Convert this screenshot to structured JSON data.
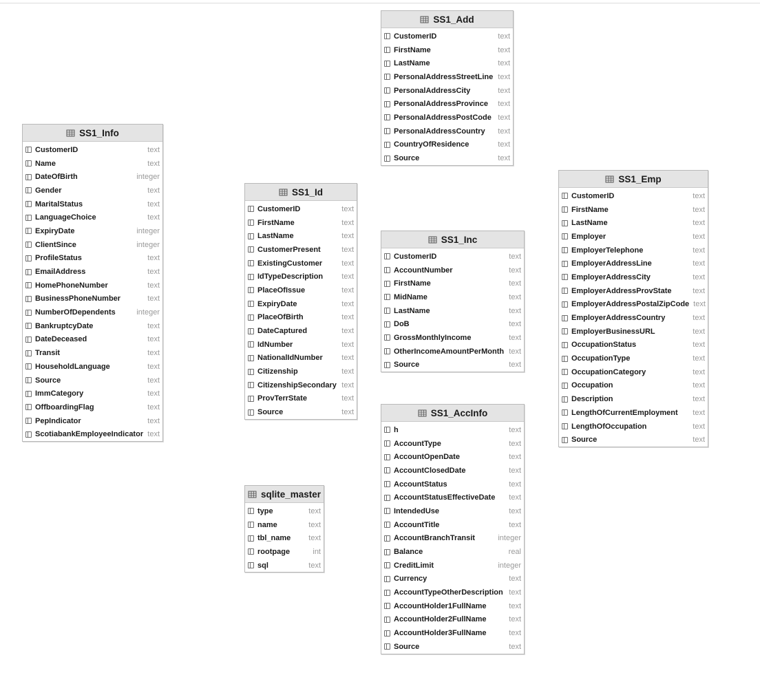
{
  "tables": [
    {
      "id": "ss1_add",
      "name": "SS1_Add",
      "columns": [
        {
          "name": "CustomerID",
          "type": "text"
        },
        {
          "name": "FirstName",
          "type": "text"
        },
        {
          "name": "LastName",
          "type": "text"
        },
        {
          "name": "PersonalAddressStreetLine",
          "type": "text"
        },
        {
          "name": "PersonalAddressCity",
          "type": "text"
        },
        {
          "name": "PersonalAddressProvince",
          "type": "text"
        },
        {
          "name": "PersonalAddressPostCode",
          "type": "text"
        },
        {
          "name": "PersonalAddressCountry",
          "type": "text"
        },
        {
          "name": "CountryOfResidence",
          "type": "text"
        },
        {
          "name": "Source",
          "type": "text"
        }
      ]
    },
    {
      "id": "ss1_info",
      "name": "SS1_Info",
      "columns": [
        {
          "name": "CustomerID",
          "type": "text"
        },
        {
          "name": "Name",
          "type": "text"
        },
        {
          "name": "DateOfBirth",
          "type": "integer"
        },
        {
          "name": "Gender",
          "type": "text"
        },
        {
          "name": "MaritalStatus",
          "type": "text"
        },
        {
          "name": "LanguageChoice",
          "type": "text"
        },
        {
          "name": "ExpiryDate",
          "type": "integer"
        },
        {
          "name": "ClientSince",
          "type": "integer"
        },
        {
          "name": "ProfileStatus",
          "type": "text"
        },
        {
          "name": "EmailAddress",
          "type": "text"
        },
        {
          "name": "HomePhoneNumber",
          "type": "text"
        },
        {
          "name": "BusinessPhoneNumber",
          "type": "text"
        },
        {
          "name": "NumberOfDependents",
          "type": "integer"
        },
        {
          "name": "BankruptcyDate",
          "type": "text"
        },
        {
          "name": "DateDeceased",
          "type": "text"
        },
        {
          "name": "Transit",
          "type": "text"
        },
        {
          "name": "HouseholdLanguage",
          "type": "text"
        },
        {
          "name": "Source",
          "type": "text"
        },
        {
          "name": "ImmCategory",
          "type": "text"
        },
        {
          "name": "OffboardingFlag",
          "type": "text"
        },
        {
          "name": "PepIndicator",
          "type": "text"
        },
        {
          "name": "ScotiabankEmployeeIndicator",
          "type": "text"
        }
      ]
    },
    {
      "id": "ss1_id",
      "name": "SS1_Id",
      "columns": [
        {
          "name": "CustomerID",
          "type": "text"
        },
        {
          "name": "FirstName",
          "type": "text"
        },
        {
          "name": "LastName",
          "type": "text"
        },
        {
          "name": "CustomerPresent",
          "type": "text"
        },
        {
          "name": "ExistingCustomer",
          "type": "text"
        },
        {
          "name": "IdTypeDescription",
          "type": "text"
        },
        {
          "name": "PlaceOfIssue",
          "type": "text"
        },
        {
          "name": "ExpiryDate",
          "type": "text"
        },
        {
          "name": "PlaceOfBirth",
          "type": "text"
        },
        {
          "name": "DateCaptured",
          "type": "text"
        },
        {
          "name": "IdNumber",
          "type": "text"
        },
        {
          "name": "NationalIdNumber",
          "type": "text"
        },
        {
          "name": "Citizenship",
          "type": "text"
        },
        {
          "name": "CitizenshipSecondary",
          "type": "text"
        },
        {
          "name": "ProvTerrState",
          "type": "text"
        },
        {
          "name": "Source",
          "type": "text"
        }
      ]
    },
    {
      "id": "ss1_inc",
      "name": "SS1_Inc",
      "columns": [
        {
          "name": "CustomerID",
          "type": "text"
        },
        {
          "name": "AccountNumber",
          "type": "text"
        },
        {
          "name": "FirstName",
          "type": "text"
        },
        {
          "name": "MidName",
          "type": "text"
        },
        {
          "name": "LastName",
          "type": "text"
        },
        {
          "name": "DoB",
          "type": "text"
        },
        {
          "name": "GrossMonthlyIncome",
          "type": "text"
        },
        {
          "name": "OtherIncomeAmountPerMonth",
          "type": "text"
        },
        {
          "name": "Source",
          "type": "text"
        }
      ]
    },
    {
      "id": "ss1_emp",
      "name": "SS1_Emp",
      "columns": [
        {
          "name": "CustomerID",
          "type": "text"
        },
        {
          "name": "FirstName",
          "type": "text"
        },
        {
          "name": "LastName",
          "type": "text"
        },
        {
          "name": "Employer",
          "type": "text"
        },
        {
          "name": "EmployerTelephone",
          "type": "text"
        },
        {
          "name": "EmployerAddressLine",
          "type": "text"
        },
        {
          "name": "EmployerAddressCity",
          "type": "text"
        },
        {
          "name": "EmployerAddressProvState",
          "type": "text"
        },
        {
          "name": "EmployerAddressPostalZipCode",
          "type": "text"
        },
        {
          "name": "EmployerAddressCountry",
          "type": "text"
        },
        {
          "name": "EmployerBusinessURL",
          "type": "text"
        },
        {
          "name": "OccupationStatus",
          "type": "text"
        },
        {
          "name": "OccupationType",
          "type": "text"
        },
        {
          "name": "OccupationCategory",
          "type": "text"
        },
        {
          "name": "Occupation",
          "type": "text"
        },
        {
          "name": "Description",
          "type": "text"
        },
        {
          "name": "LengthOfCurrentEmployment",
          "type": "text"
        },
        {
          "name": "LengthOfOccupation",
          "type": "text"
        },
        {
          "name": "Source",
          "type": "text"
        }
      ]
    },
    {
      "id": "ss1_accinfo",
      "name": "SS1_AccInfo",
      "columns": [
        {
          "name": "h",
          "type": "text"
        },
        {
          "name": "AccountType",
          "type": "text"
        },
        {
          "name": "AccountOpenDate",
          "type": "text"
        },
        {
          "name": "AccountClosedDate",
          "type": "text"
        },
        {
          "name": "AccountStatus",
          "type": "text"
        },
        {
          "name": "AccountStatusEffectiveDate",
          "type": "text"
        },
        {
          "name": "IntendedUse",
          "type": "text"
        },
        {
          "name": "AccountTitle",
          "type": "text"
        },
        {
          "name": "AccountBranchTransit",
          "type": "integer"
        },
        {
          "name": "Balance",
          "type": "real"
        },
        {
          "name": "CreditLimit",
          "type": "integer"
        },
        {
          "name": "Currency",
          "type": "text"
        },
        {
          "name": "AccountTypeOtherDescription",
          "type": "text"
        },
        {
          "name": "AccountHolder1FullName",
          "type": "text"
        },
        {
          "name": "AccountHolder2FullName",
          "type": "text"
        },
        {
          "name": "AccountHolder3FullName",
          "type": "text"
        },
        {
          "name": "Source",
          "type": "text"
        }
      ]
    },
    {
      "id": "sqlite_master",
      "name": "sqlite_master",
      "columns": [
        {
          "name": "type",
          "type": "text"
        },
        {
          "name": "name",
          "type": "text"
        },
        {
          "name": "tbl_name",
          "type": "text"
        },
        {
          "name": "rootpage",
          "type": "int"
        },
        {
          "name": "sql",
          "type": "text"
        }
      ]
    }
  ]
}
